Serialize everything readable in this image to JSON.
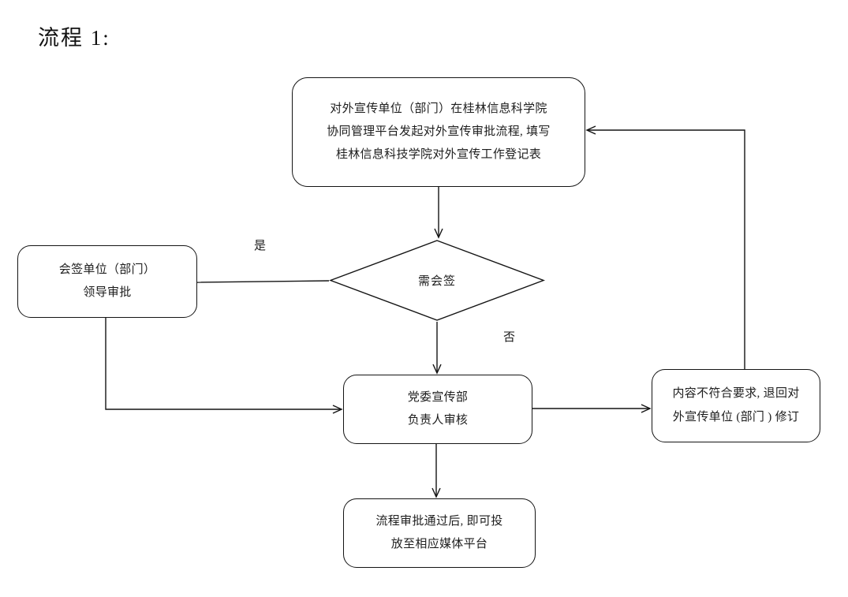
{
  "page": {
    "title": "流程 1:",
    "background": "#ffffff",
    "stroke_color": "#141414",
    "text_color": "#1d1d1d"
  },
  "diagram": {
    "type": "flowchart",
    "nodes": [
      {
        "id": "origin",
        "shape": "rounded-rectangle",
        "lines": [
          "对外宣传单位（部门）在桂林信息科学院",
          "协同管理平台发起对外宣传审批流程, 填写",
          "桂林信息科技学院对外宣传工作登记表"
        ]
      },
      {
        "id": "cosign",
        "shape": "rounded-rectangle",
        "lines": [
          "会签单位（部门）",
          "领导审批"
        ]
      },
      {
        "id": "decision",
        "shape": "diamond",
        "lines": [
          "需会签"
        ]
      },
      {
        "id": "review",
        "shape": "rounded-rectangle",
        "lines": [
          "党委宣传部",
          "负责人审核"
        ]
      },
      {
        "id": "reject",
        "shape": "rounded-rectangle",
        "lines": [
          "内容不符合要求, 退回对",
          "外宣传单位 (部门 ) 修订"
        ]
      },
      {
        "id": "publish",
        "shape": "rounded-rectangle",
        "lines": [
          "流程审批通过后, 即可投",
          "放至相应媒体平台"
        ]
      }
    ],
    "edge_labels": [
      {
        "id": "yes",
        "text": "是"
      },
      {
        "id": "no",
        "text": "否"
      }
    ],
    "edges": [
      {
        "from": "origin",
        "to": "decision",
        "arrow": true
      },
      {
        "from": "decision",
        "to": "cosign",
        "label": "是",
        "arrow": false
      },
      {
        "from": "decision",
        "to": "review",
        "label": "否",
        "arrow": true
      },
      {
        "from": "cosign",
        "to": "review",
        "arrow": true
      },
      {
        "from": "review",
        "to": "reject",
        "arrow": true
      },
      {
        "from": "reject",
        "to": "origin",
        "arrow": true
      },
      {
        "from": "review",
        "to": "publish",
        "arrow": true
      }
    ]
  }
}
